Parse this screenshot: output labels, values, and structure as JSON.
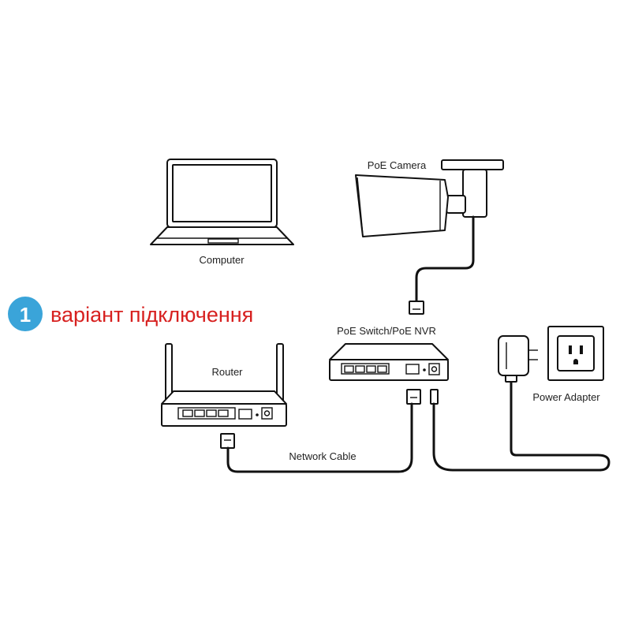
{
  "colors": {
    "badge": "#3aa4d9",
    "heading": "#d7201f",
    "stroke": "#111111"
  },
  "badge_number": "1",
  "heading": "варіант підключення",
  "devices": {
    "computer": {
      "label": "Computer",
      "icon": "laptop-icon"
    },
    "camera": {
      "label": "PoE Camera",
      "icon": "bullet-camera-icon"
    },
    "router": {
      "label": "Router",
      "icon": "router-icon"
    },
    "switch": {
      "label": "PoE Switch/PoE NVR",
      "icon": "switch-icon"
    },
    "power": {
      "label": "Power Adapter",
      "icon": "power-adapter-icon"
    }
  },
  "cable_label": "Network Cable"
}
